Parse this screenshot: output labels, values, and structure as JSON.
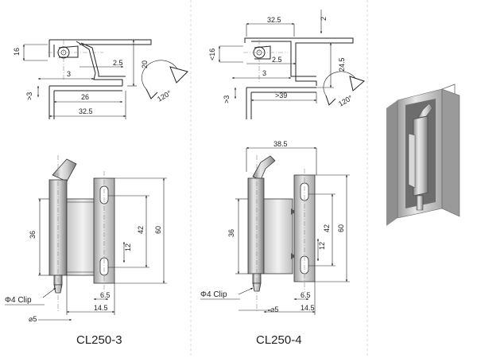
{
  "models": {
    "left": {
      "title": "CL250-3"
    },
    "right": {
      "title": "CL250-4"
    }
  },
  "dims_left_side": {
    "d16": "16",
    "d2_5": "2.5",
    "d20": "20",
    "d3": "3",
    "d_gt3": ">3",
    "d26": "26",
    "d32_5": "32.5",
    "angle": "120°"
  },
  "dims_right_side": {
    "d32_5": "32.5",
    "d2": "2",
    "d16": "<16",
    "d2_5": "2.5",
    "d24_5": "24.5",
    "d3": "3",
    "d_gt3": ">3",
    "d_gt39": ">39",
    "angle": "120°"
  },
  "dims_left_front": {
    "d36": "36",
    "d42": "42",
    "d60": "60",
    "d12": "12",
    "d6_5": "6.5",
    "d14_5": "14.5",
    "d5": "5",
    "clip": "Φ4 Clip"
  },
  "dims_right_front": {
    "d38_5": "38.5",
    "d36": "36",
    "d42": "42",
    "d60": "60",
    "d12": "12",
    "d6_5": "6.5",
    "d14_5": "14.5",
    "d5": "5",
    "clip": "Φ4 Clip"
  }
}
